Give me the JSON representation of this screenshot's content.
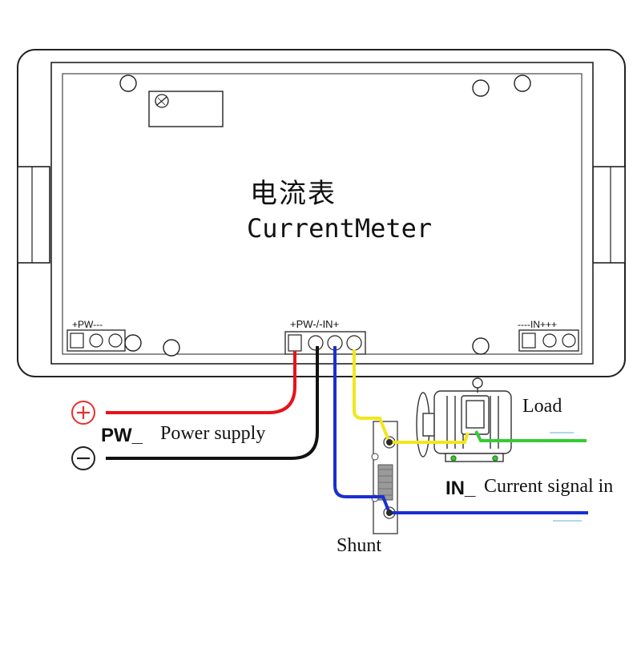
{
  "meter": {
    "title_cn": "电流表",
    "title_en": "CurrentMeter",
    "left_connector_label": "+PW---",
    "center_connector_label": "+PW-/-IN+",
    "right_connector_label": "----IN+++"
  },
  "labels": {
    "load": "Load",
    "pw_prefix": "PW_",
    "power_supply": "Power supply",
    "in_prefix": "IN_",
    "current_signal": "Current signal in",
    "shunt": "Shunt"
  },
  "symbols": {
    "positive": "plus-circle-icon",
    "negative": "minus-circle-icon"
  },
  "colors": {
    "wire_positive": "#e8121a",
    "wire_negative": "#111111",
    "wire_signal": "#1b2fd0",
    "wire_load": "#f2e61c",
    "wire_load_out": "#33cc33",
    "plus_symbol": "#e83030"
  }
}
